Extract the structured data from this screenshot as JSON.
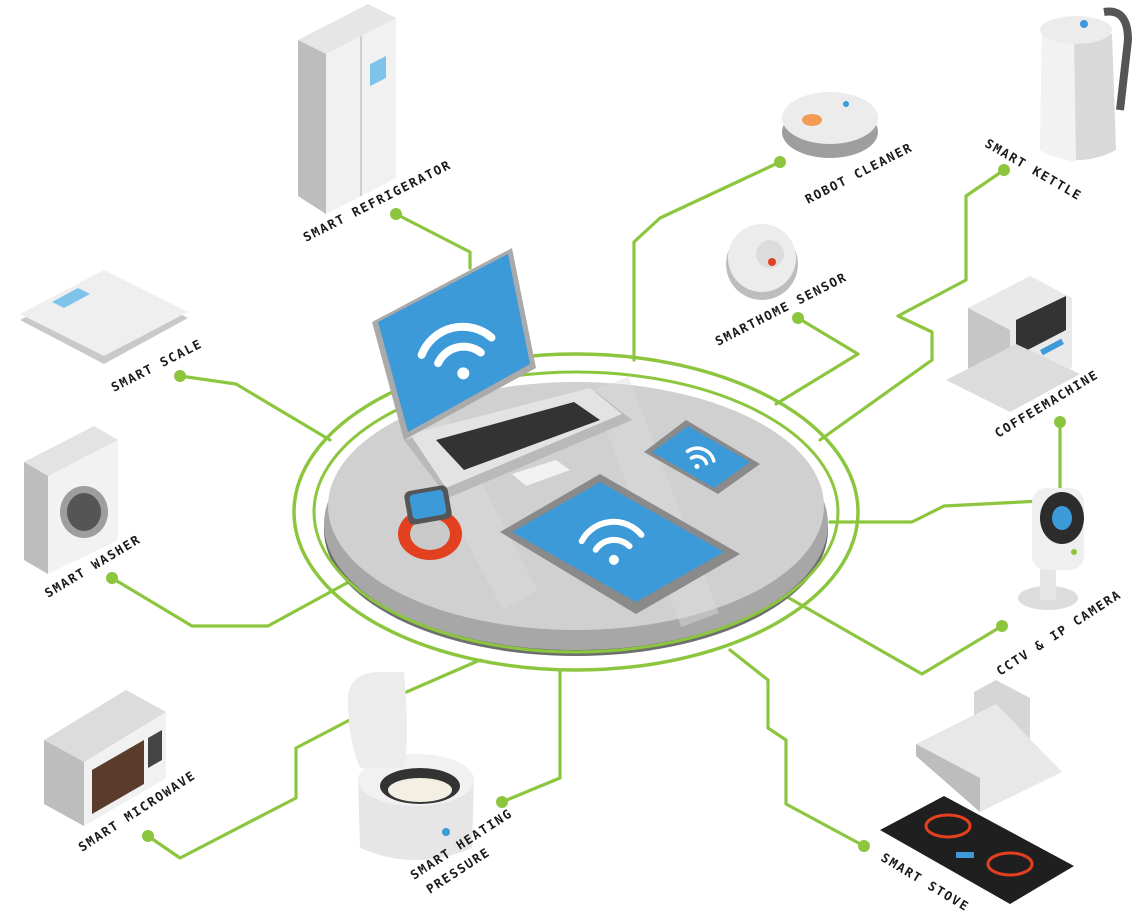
{
  "devices": {
    "refrigerator": "SMART REFRIGERATOR",
    "robot_cleaner": "ROBOT CLEANER",
    "kettle": "SMART KETTLE",
    "scale": "SMART SCALE",
    "smarthome_sensor": "SMARTHOME SENSOR",
    "coffeemachine": "COFFEEMACHINE",
    "washer": "SMART WASHER",
    "cctv": "CCTV & IP CAMERA",
    "microwave": "SMART MICROWAVE",
    "heating_line1": "SMART HEATING",
    "heating_line2": "PRESSURE",
    "stove": "SMART STOVE"
  },
  "colors": {
    "connector": "#8cc63f",
    "screen": "#3d9ad8",
    "platform": "#c9c9c9"
  }
}
